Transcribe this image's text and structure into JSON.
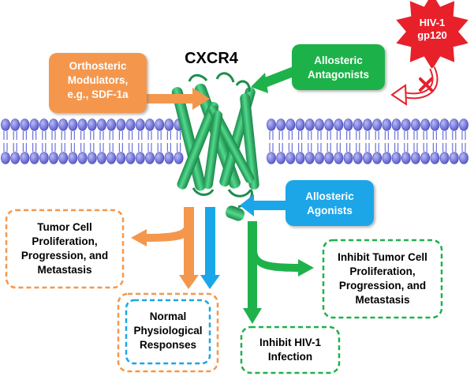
{
  "title": "CXCR4",
  "hiv_badge": {
    "line1": "HIV-1",
    "line2": "gp120"
  },
  "boxes": {
    "orthosteric": [
      "Orthosteric",
      "Modulators,",
      "e.g., SDF-1a"
    ],
    "allosteric_antagonists": [
      "Allosteric",
      "Antagonists"
    ],
    "allosteric_agonists": [
      "Allosteric",
      "Agonists"
    ],
    "tumor_cell": [
      "Tumor Cell",
      "Proliferation,",
      "Progression, and",
      "Metastasis"
    ],
    "normal": [
      "Normal",
      "Physiological",
      "Responses"
    ],
    "inhibit_tumor": [
      "Inhibit Tumor Cell",
      "Proliferation,",
      "Progression, and",
      "Metastasis"
    ],
    "inhibit_hiv": [
      "Inhibit HIV-1",
      "Infection"
    ]
  },
  "colors": {
    "orange": "#f4974d",
    "green": "#1fb24a",
    "blue": "#1aa6e8",
    "red": "#e8202a",
    "membrane": "#6e70d8",
    "helix": "#2dbd6e"
  }
}
